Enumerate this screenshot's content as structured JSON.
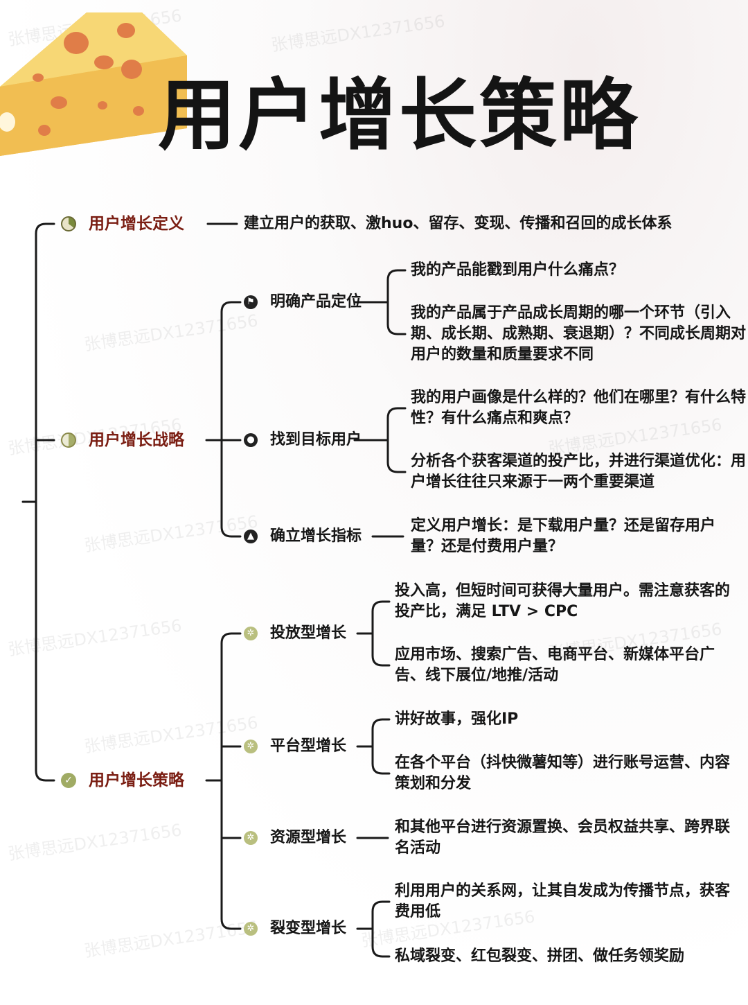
{
  "title": "用户增长策略",
  "icons": {
    "cheese": "cheese-icon",
    "pie_partial": "pie-chart-icon",
    "pie_half": "pie-half-icon",
    "check": "check-circle-icon",
    "flag": "flag-icon",
    "user": "user-icon",
    "arrow_up": "arrow-up-icon",
    "grow": "sprout-icon"
  },
  "colors": {
    "branch_label": "#7a1d12",
    "line": "#1a1a1a",
    "cheese": "#f4c85c",
    "hole": "#e2814e"
  },
  "watermark": "张博思远DX12371656",
  "branches": {
    "definition": {
      "label": "用户增长定义",
      "text": "建立用户的获取、激huo、留存、变现、传播和召回的成长体系"
    },
    "strategy": {
      "label": "用户增长战略",
      "positioning": {
        "label": "明确产品定位",
        "items": [
          "我的产品能戳到用户什么痛点？",
          "我的产品属于产品成长周期的哪一个环节（引入期、成长期、成熟期、衰退期）？不同成长周期对用户的数量和质量要求不同"
        ]
      },
      "target": {
        "label": "找到目标用户",
        "items": [
          "我的用户画像是什么样的？他们在哪里？有什么特性？有什么痛点和爽点？",
          "分析各个获客渠道的投产比，并进行渠道优化：用户增长往往只来源于一两个重要渠道"
        ]
      },
      "metric": {
        "label": "确立增长指标",
        "text": "定义用户增长：是下载用户量？还是留存用户量？还是付费用户量？"
      }
    },
    "tactics": {
      "label": "用户增长策略",
      "ads": {
        "label": "投放型增长",
        "items": [
          "投入高，但短时间可获得大量用户。需注意获客的投产比，满足 LTV > CPC",
          "应用市场、搜索广告、电商平台、新媒体平台广告、线下展位/地推/活动"
        ]
      },
      "platform": {
        "label": "平台型增长",
        "items": [
          "讲好故事，强化IP",
          "在各个平台（抖快微薯知等）进行账号运营、内容策划和分发"
        ]
      },
      "resource": {
        "label": "资源型增长",
        "text": "和其他平台进行资源置换、会员权益共享、跨界联名活动"
      },
      "fission": {
        "label": "裂变型增长",
        "items": [
          "利用用户的关系网，让其自发成为传播节点，获客费用低",
          "私域裂变、红包裂变、拼团、做任务领奖励"
        ]
      }
    }
  }
}
